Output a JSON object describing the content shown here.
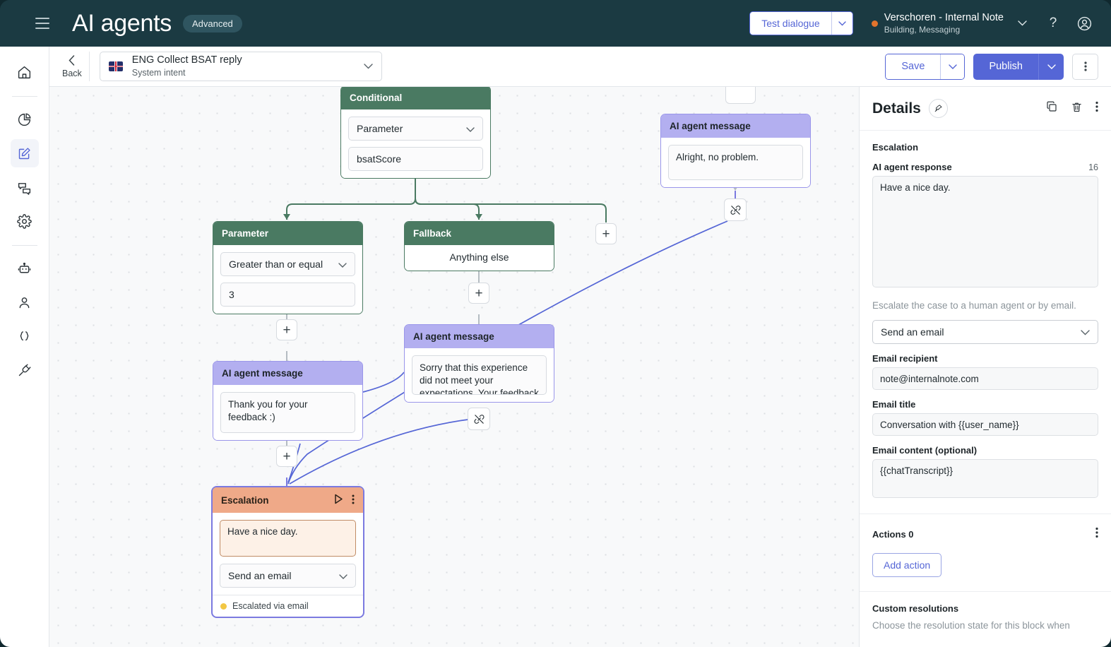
{
  "topbar": {
    "menu_icon": "hamburger-icon",
    "title": "AI agents",
    "badge": "Advanced",
    "test_dialogue": "Test dialogue",
    "account_name": "Verschoren - Internal Note",
    "account_sub": "Building, Messaging",
    "help_icon": "question-mark-icon",
    "avatar_icon": "user-circle-icon",
    "status_color": "#e3742c",
    "bg_color": "#1b3a42"
  },
  "subbar": {
    "back_label": "Back",
    "intent_title": "ENG Collect BSAT reply",
    "intent_sub": "System intent",
    "flag_icon": "uk-flag-icon",
    "save_label": "Save",
    "publish_label": "Publish",
    "kebab_icon": "kebab-menu-icon",
    "accent_color": "#5566d6"
  },
  "rail": {
    "items": [
      {
        "icon": "home-icon",
        "name": "home",
        "active": false
      },
      {
        "icon": "pie-chart-icon",
        "name": "analytics",
        "active": false
      },
      {
        "icon": "edit-square-icon",
        "name": "builder",
        "active": true
      },
      {
        "icon": "chat-bubbles-icon",
        "name": "conversations",
        "active": false
      },
      {
        "icon": "gear-icon",
        "name": "settings",
        "active": false
      },
      {
        "icon": "robot-icon",
        "name": "bots",
        "active": false
      },
      {
        "icon": "person-icon",
        "name": "users",
        "active": false
      },
      {
        "icon": "braces-icon",
        "name": "variables",
        "active": false
      },
      {
        "icon": "plug-icon",
        "name": "integrations",
        "active": false
      }
    ]
  },
  "canvas": {
    "nodes": {
      "conditional": {
        "title": "Conditional",
        "param_select": "Parameter",
        "param_value": "bsatScore"
      },
      "parameter": {
        "title": "Parameter",
        "operator": "Greater than or equal",
        "value": "3"
      },
      "fallback": {
        "title": "Fallback",
        "value": "Anything else"
      },
      "msg_thank_you": {
        "title": "AI agent message",
        "text": "Thank you for your feedback :)"
      },
      "msg_sorry": {
        "title": "AI agent message",
        "text": "Sorry that this experience did not meet your expectations. Your feedback will help us i"
      },
      "msg_alright": {
        "title": "AI agent message",
        "text": "Alright, no problem."
      },
      "escalation": {
        "title": "Escalation",
        "text": "Have a nice day.",
        "action": "Send an email",
        "status": "Escalated via email",
        "status_color": "#f2c744",
        "play_icon": "play-icon",
        "kebab_icon": "kebab-menu-icon"
      }
    },
    "plus_label": "+",
    "link_icon": "broken-link-icon",
    "green_color": "#4a7a62",
    "purple_color": "#b3aff0",
    "orange_color": "#efa988",
    "edge_blue": "#5566d6"
  },
  "details": {
    "title": "Details",
    "pin_icon": "pin-icon",
    "copy_icon": "copy-icon",
    "trash_icon": "trash-icon",
    "kebab_icon": "kebab-menu-icon",
    "section": "Escalation",
    "response_label": "AI agent response",
    "response_count": "16",
    "response_value": "Have a nice day.",
    "helper": "Escalate the case to a human agent or by email.",
    "escalation_select": "Send an email",
    "recipient_label": "Email recipient",
    "recipient_value": "note@internalnote.com",
    "title_label": "Email title",
    "title_value": "Conversation with {{user_name}}",
    "content_label": "Email content (optional)",
    "content_value": "{{chatTranscript}}",
    "actions_label": "Actions 0",
    "add_action_label": "Add action",
    "custom_res_label": "Custom resolutions",
    "custom_res_text": "Choose the resolution state for this block when"
  }
}
